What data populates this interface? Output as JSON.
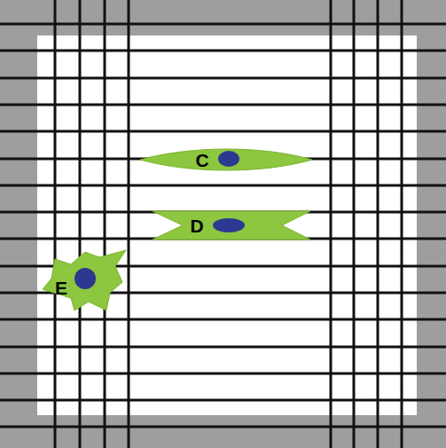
{
  "diagram": {
    "nodes": [
      {
        "text": [
          "C"
        ]
      },
      {
        "text": [
          "D"
        ]
      },
      {
        "text": [
          "E"
        ]
      }
    ]
  }
}
